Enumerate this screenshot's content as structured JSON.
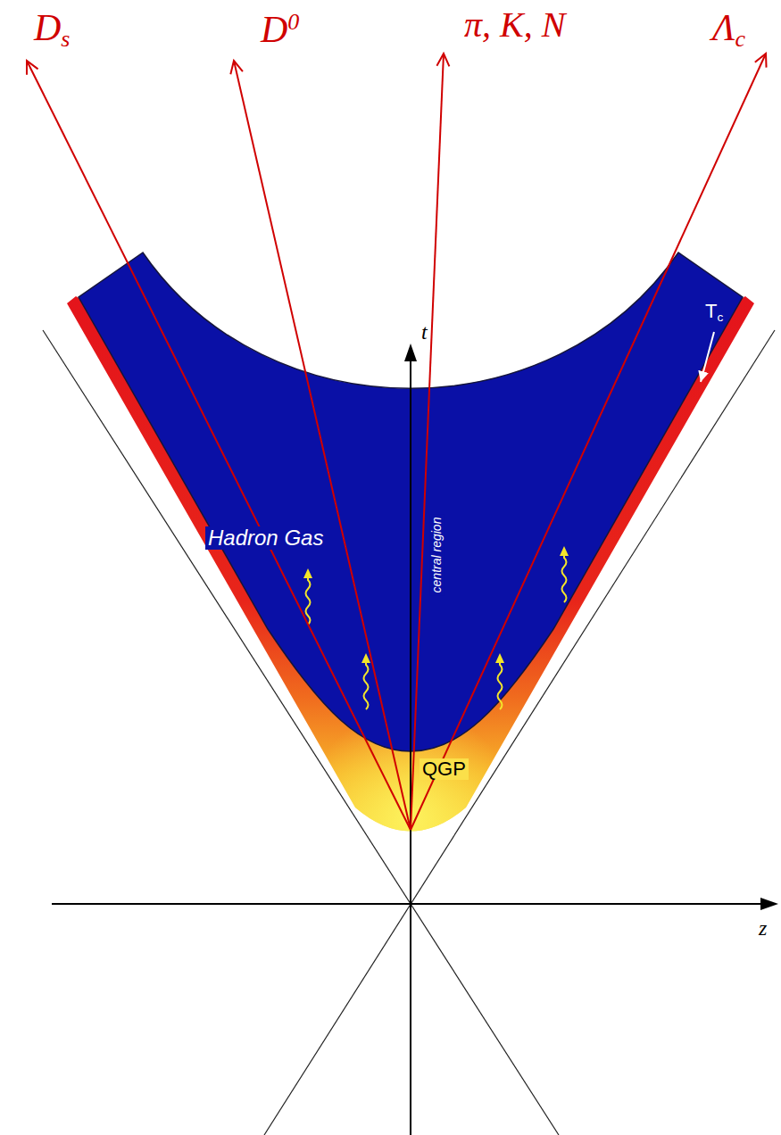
{
  "diagram": {
    "nodes": [
      {
        "text": [
          "Hadron Gas",
          "central region"
        ]
      },
      {
        "text": [
          "QGP"
        ]
      }
    ],
    "labels": [
      "Ds",
      "D0",
      "π, K, N",
      "Λc",
      "t",
      "z",
      "Tc"
    ]
  }
}
